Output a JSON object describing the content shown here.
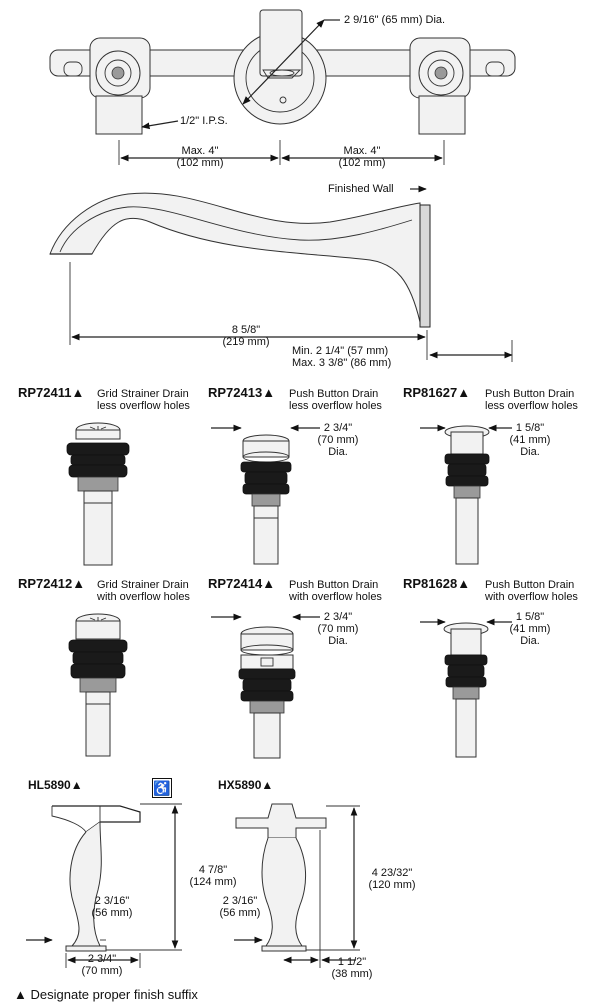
{
  "rough_in": {
    "outlet_dia": "2 9/16\" (65 mm) Dia.",
    "ips": "1/2\" I.P.S.",
    "max_left": [
      "Max. 4\"",
      "(102 mm)"
    ],
    "max_right": [
      "Max. 4\"",
      "(102 mm)"
    ]
  },
  "spout": {
    "finished_wall": "Finished Wall",
    "length": [
      "8 5/8\"",
      "(219 mm)"
    ],
    "min_max": [
      "Min. 2 1/4\" (57 mm)",
      "Max. 3 3/8\" (86 mm)"
    ]
  },
  "drains": [
    {
      "model": "RP72411",
      "desc": [
        "Grid Strainer Drain",
        "less overflow holes"
      ],
      "dia": []
    },
    {
      "model": "RP72413",
      "desc": [
        "Push Button Drain",
        "less overflow holes"
      ],
      "dia": [
        "2 3/4\"",
        "(70 mm)",
        "Dia."
      ]
    },
    {
      "model": "RP81627",
      "desc": [
        "Push Button Drain",
        "less overflow holes"
      ],
      "dia": [
        "1 5/8\"",
        "(41 mm)",
        "Dia."
      ]
    },
    {
      "model": "RP72412",
      "desc": [
        "Grid Strainer Drain",
        "with overflow holes"
      ],
      "dia": []
    },
    {
      "model": "RP72414",
      "desc": [
        "Push Button Drain",
        "with overflow holes"
      ],
      "dia": [
        "2 3/4\"",
        "(70 mm)",
        "Dia."
      ]
    },
    {
      "model": "RP81628",
      "desc": [
        "Push Button Drain",
        "with overflow holes"
      ],
      "dia": [
        "1 5/8\"",
        "(41 mm)",
        "Dia."
      ]
    }
  ],
  "handles": {
    "hl": {
      "model": "HL5890",
      "height": [
        "4 7/8\"",
        "(124 mm)"
      ],
      "depth": [
        "2 3/16\"",
        "(56 mm)"
      ],
      "width": [
        "2 3/4\"",
        "(70 mm)"
      ]
    },
    "hx": {
      "model": "HX5890",
      "height": [
        "4 23/32\"",
        "(120 mm)"
      ],
      "depth": [
        "2 3/16\"",
        "(56 mm)"
      ],
      "width": [
        "1 1/2\"",
        "(38 mm)"
      ]
    }
  },
  "triangle": "▲",
  "footnote": "Designate proper finish suffix",
  "icons": {
    "accessibility": "wheelchair-icon"
  }
}
